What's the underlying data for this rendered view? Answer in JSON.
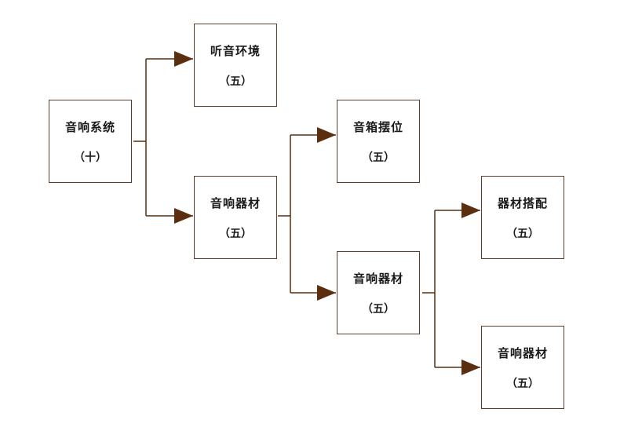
{
  "colors": {
    "connector": "#5a2e0e",
    "border": "#5a3e2b",
    "text": "#1a1a1a"
  },
  "nodes": {
    "root": {
      "title": "音响系统",
      "count": "（十）"
    },
    "env": {
      "title": "听音环境",
      "count": "（五）"
    },
    "equip1": {
      "title": "音响器材",
      "count": "（五）"
    },
    "placement": {
      "title": "音箱摆位",
      "count": "（五）"
    },
    "equip2": {
      "title": "音响器材",
      "count": "（五）"
    },
    "matching": {
      "title": "器材搭配",
      "count": "（五）"
    },
    "equip3": {
      "title": "音响器材",
      "count": "（五）"
    }
  }
}
